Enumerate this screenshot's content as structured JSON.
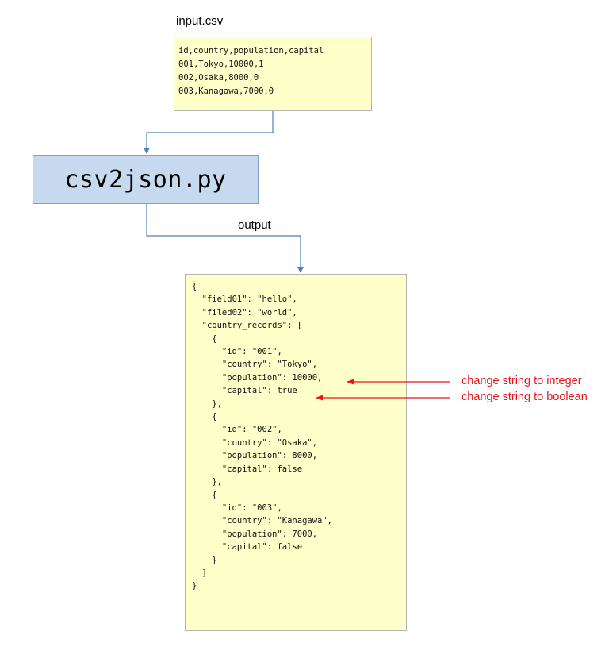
{
  "input": {
    "label": "input.csv",
    "lines": [
      "id,country,population,capital",
      "001,Tokyo,10000,1",
      "002,Osaka,8000,0",
      "003,Kanagawa,7000,0"
    ]
  },
  "process": {
    "label": "csv2json.py"
  },
  "output": {
    "label": "output"
  },
  "json_output": {
    "lines": [
      "{",
      "  \"field01\": \"hello\",",
      "  \"filed02\": \"world\",",
      "  \"country_records\": [",
      "    {",
      "      \"id\": \"001\",",
      "      \"country\": \"Tokyo\",",
      "      \"population\": 10000,",
      "      \"capital\": true",
      "    },",
      "    {",
      "      \"id\": \"002\",",
      "      \"country\": \"Osaka\",",
      "      \"population\": 8000,",
      "      \"capital\": false",
      "    },",
      "    {",
      "      \"id\": \"003\",",
      "      \"country\": \"Kanagawa\",",
      "      \"population\": 7000,",
      "      \"capital\": false",
      "    }",
      "  ]",
      "}"
    ]
  },
  "annotations": {
    "integer": "change string to integer",
    "boolean": "change string to boolean"
  },
  "colors": {
    "note_fill": "#ffffc9",
    "process_fill": "#c7d9ef",
    "connector": "#4a7ebb",
    "annotation": "#e8141b"
  }
}
